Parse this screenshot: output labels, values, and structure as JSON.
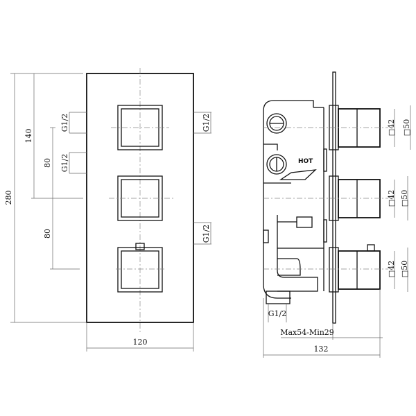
{
  "front_view": {
    "height_total": "280",
    "height_upper": "140",
    "spacing_1": "80",
    "spacing_2": "80",
    "width": "120",
    "left_port_1": "G1/2",
    "left_port_2": "G1/2",
    "right_port_1": "G1/2",
    "right_port_2": "G1/2"
  },
  "side_view": {
    "hot_label": "HOT",
    "knob_1_inner": "□42",
    "knob_1_outer": "□50",
    "knob_2_inner": "□42",
    "knob_2_outer": "□50",
    "knob_3_inner": "□42",
    "knob_3_outer": "□50",
    "bottom_port": "G1/2",
    "depth_range": "Max54-Min29",
    "total_depth": "132"
  }
}
